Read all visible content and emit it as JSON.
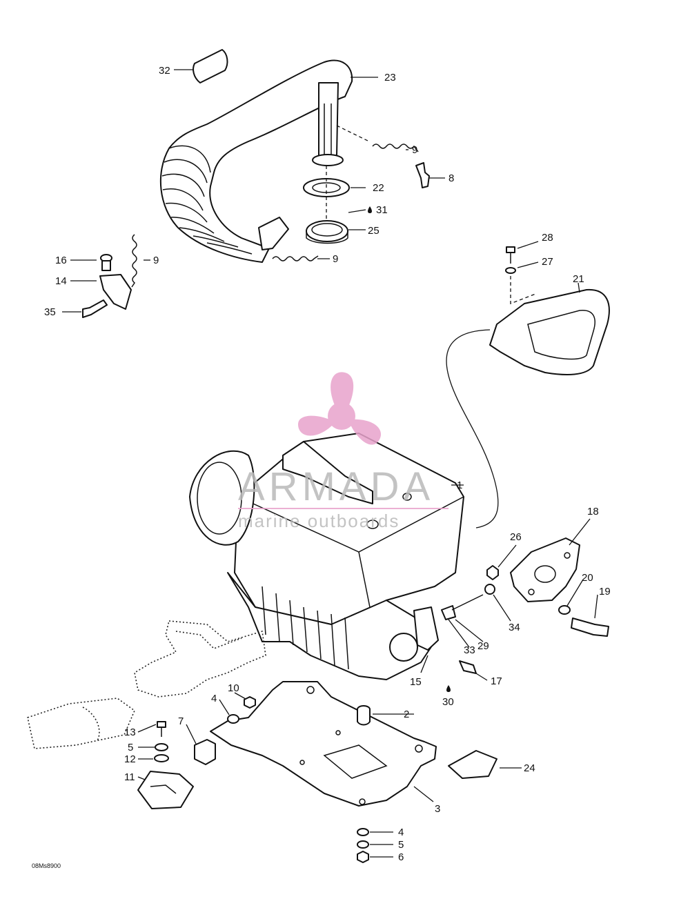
{
  "diagram": {
    "code": "08Ms8900",
    "watermark": {
      "title": "ARMADA",
      "subtitle": "marine outboards"
    }
  },
  "callouts": [
    {
      "id": "c32",
      "text": "32"
    },
    {
      "id": "c23",
      "text": "23"
    },
    {
      "id": "c9a",
      "text": "9"
    },
    {
      "id": "c8",
      "text": "8"
    },
    {
      "id": "c22",
      "text": "22"
    },
    {
      "id": "c31",
      "text": "31"
    },
    {
      "id": "c25",
      "text": "25"
    },
    {
      "id": "c9b",
      "text": "9"
    },
    {
      "id": "c9c",
      "text": "9"
    },
    {
      "id": "c16",
      "text": "16"
    },
    {
      "id": "c14",
      "text": "14"
    },
    {
      "id": "c35",
      "text": "35"
    },
    {
      "id": "c28",
      "text": "28"
    },
    {
      "id": "c27",
      "text": "27"
    },
    {
      "id": "c21",
      "text": "21"
    },
    {
      "id": "c1",
      "text": "1"
    },
    {
      "id": "c18",
      "text": "18"
    },
    {
      "id": "c26",
      "text": "26"
    },
    {
      "id": "c20",
      "text": "20"
    },
    {
      "id": "c19",
      "text": "19"
    },
    {
      "id": "c34",
      "text": "34"
    },
    {
      "id": "c29",
      "text": "29"
    },
    {
      "id": "c33",
      "text": "33"
    },
    {
      "id": "c15",
      "text": "15"
    },
    {
      "id": "c17",
      "text": "17"
    },
    {
      "id": "c30",
      "text": "30"
    },
    {
      "id": "c10",
      "text": "10"
    },
    {
      "id": "c4a",
      "text": "4"
    },
    {
      "id": "c2",
      "text": "2"
    },
    {
      "id": "c7",
      "text": "7"
    },
    {
      "id": "c13",
      "text": "13"
    },
    {
      "id": "c5a",
      "text": "5"
    },
    {
      "id": "c12",
      "text": "12"
    },
    {
      "id": "c11",
      "text": "11"
    },
    {
      "id": "c24",
      "text": "24"
    },
    {
      "id": "c3",
      "text": "3"
    },
    {
      "id": "c4b",
      "text": "4"
    },
    {
      "id": "c5b",
      "text": "5"
    },
    {
      "id": "c6",
      "text": "6"
    }
  ],
  "colors": {
    "line": "#111111",
    "watermark_logo": "#e8a3cc",
    "watermark_text": "#b9b9b9"
  }
}
